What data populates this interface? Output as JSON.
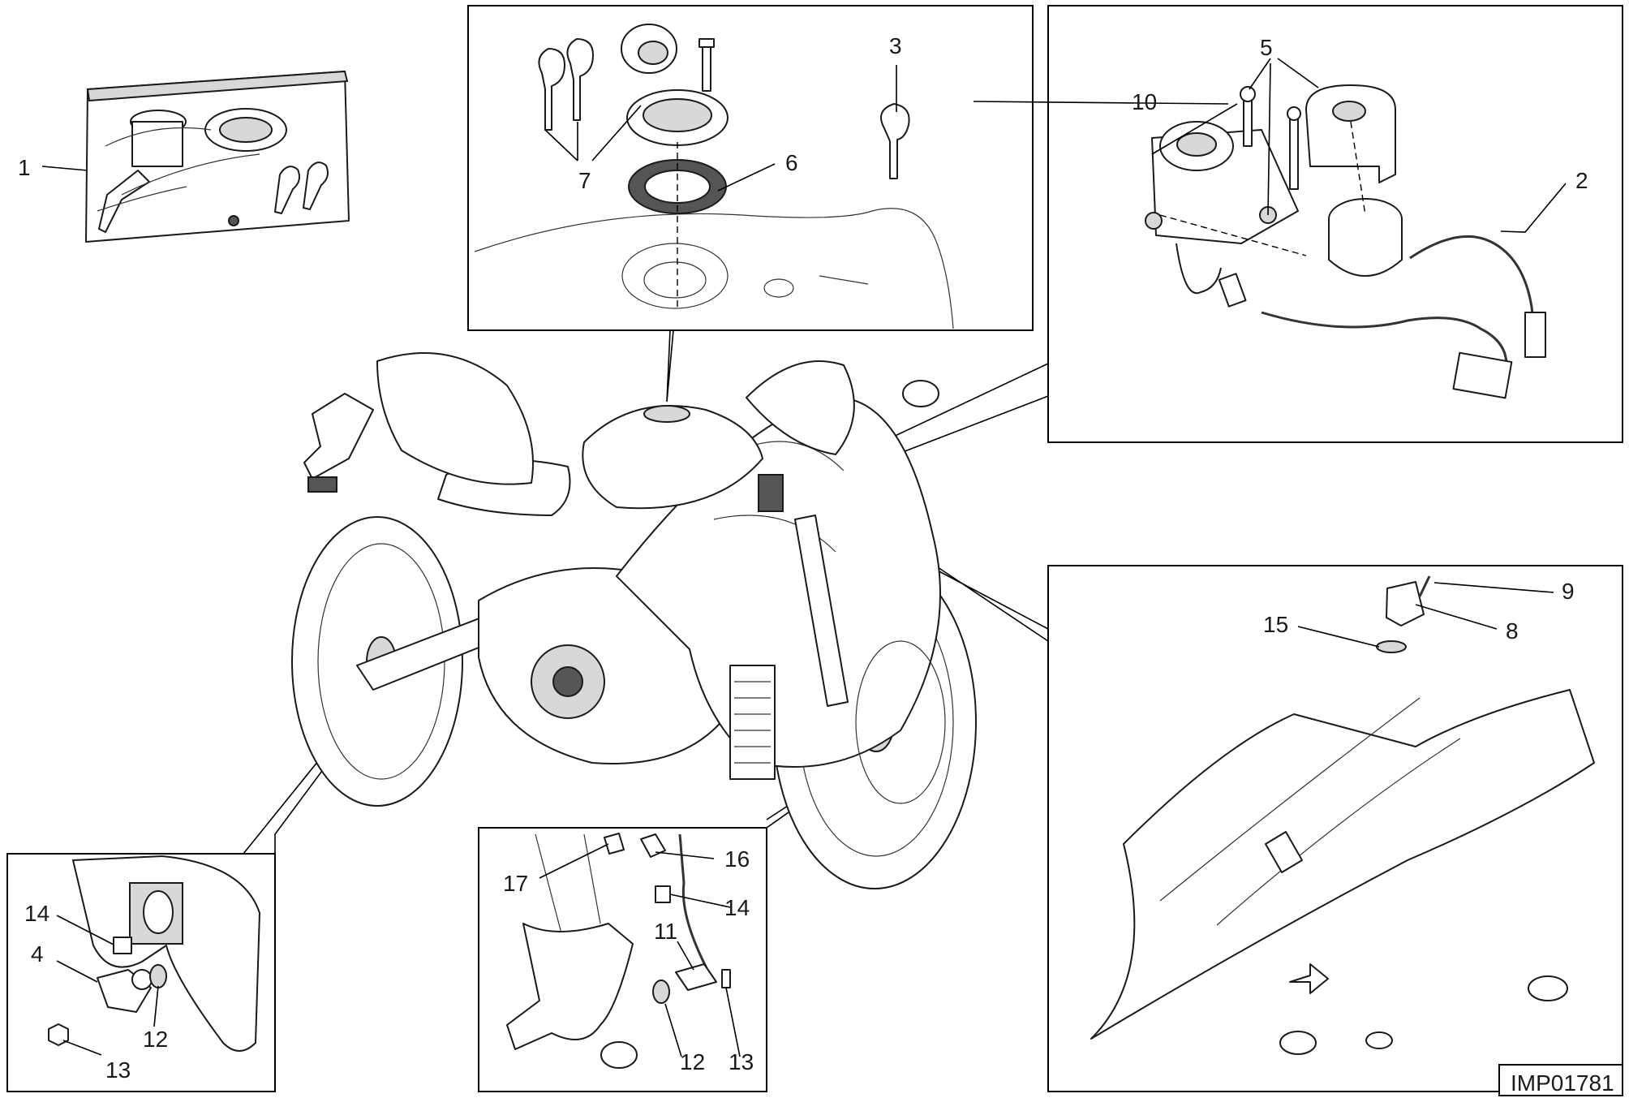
{
  "diagram": {
    "drawing_code": "IMP01781",
    "callouts": [
      {
        "id": "c1",
        "label": "1"
      },
      {
        "id": "c2",
        "label": "2"
      },
      {
        "id": "c3",
        "label": "3"
      },
      {
        "id": "c4",
        "label": "4"
      },
      {
        "id": "c5",
        "label": "5"
      },
      {
        "id": "c6",
        "label": "6"
      },
      {
        "id": "c7",
        "label": "7"
      },
      {
        "id": "c8",
        "label": "8"
      },
      {
        "id": "c9",
        "label": "9"
      },
      {
        "id": "c10",
        "label": "10"
      },
      {
        "id": "c11",
        "label": "11"
      },
      {
        "id": "c12a",
        "label": "12"
      },
      {
        "id": "c12b",
        "label": "12"
      },
      {
        "id": "c13a",
        "label": "13"
      },
      {
        "id": "c13b",
        "label": "13"
      },
      {
        "id": "c14a",
        "label": "14"
      },
      {
        "id": "c14b",
        "label": "14"
      },
      {
        "id": "c15",
        "label": "15"
      },
      {
        "id": "c16",
        "label": "16"
      },
      {
        "id": "c17",
        "label": "17"
      }
    ]
  }
}
